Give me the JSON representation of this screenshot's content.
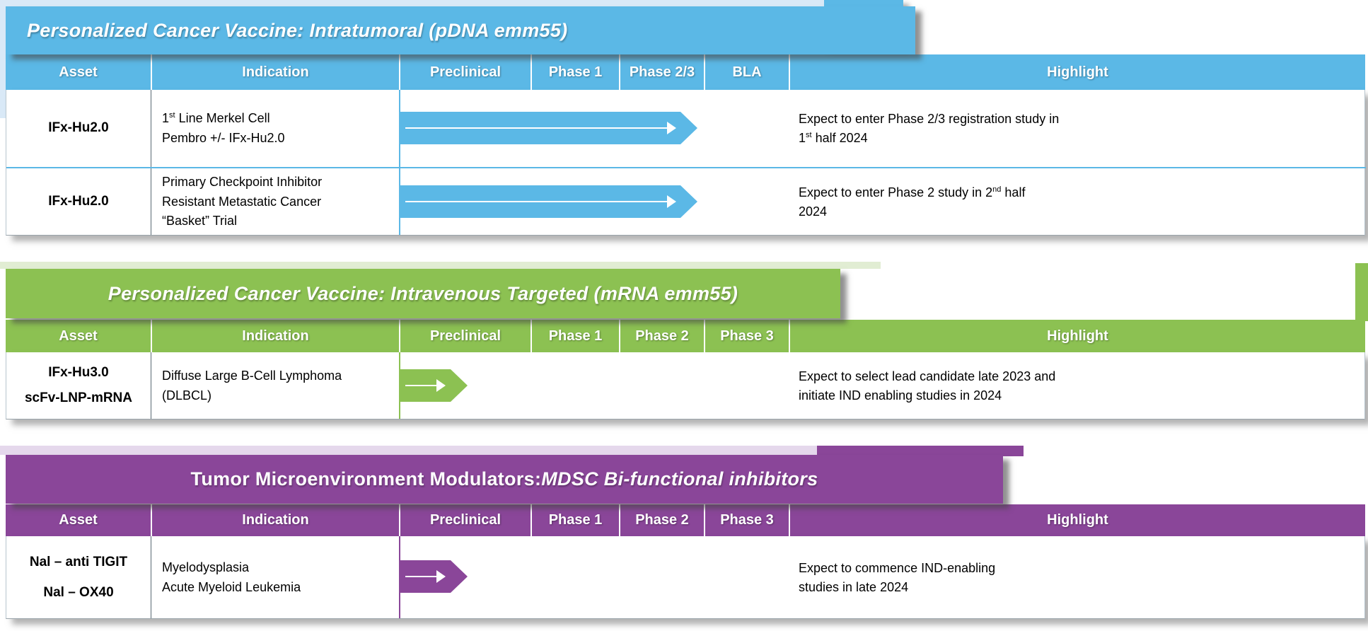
{
  "colors": {
    "blue": "#5BB8E6",
    "blue_pale": "#D9E9F7",
    "green": "#8CC152",
    "green_pale": "#E1EDD3",
    "purple": "#8A4699",
    "purple_pale": "#E5D8EC",
    "row_text": "#000000",
    "header_text": "#FFFFFF"
  },
  "sections": [
    {
      "title_plain": "",
      "title_italic": "Personalized Cancer Vaccine: Intratumoral (pDNA emm55)",
      "columns": [
        "Asset",
        "Indication",
        "Preclinical",
        "Phase 1",
        "Phase 2/3",
        "BLA",
        "Highlight"
      ],
      "rows": [
        {
          "asset_lines": [
            "IFx-Hu2.0"
          ],
          "indication_lines": [
            "1<sup>st</sup> Line Merkel Cell",
            "Pembro +/- IFx-Hu2.0"
          ],
          "highlight_lines": [
            "Expect to enter Phase 2/3 registration study in",
            "1<sup>st</sup> half 2024"
          ],
          "arrow_extent": "preclinical-through-phase-2-3"
        },
        {
          "asset_lines": [
            "IFx-Hu2.0"
          ],
          "indication_lines": [
            "Primary Checkpoint Inhibitor",
            "Resistant Metastatic Cancer",
            "“Basket” Trial"
          ],
          "highlight_lines": [
            "Expect to enter Phase 2 study in 2<sup>nd</sup> half",
            "2024"
          ],
          "arrow_extent": "preclinical-through-phase-2-3"
        }
      ]
    },
    {
      "title_plain": "",
      "title_italic": "Personalized Cancer Vaccine: Intravenous Targeted (mRNA emm55)",
      "columns": [
        "Asset",
        "Indication",
        "Preclinical",
        "Phase 1",
        "Phase 2",
        "Phase 3",
        "Highlight"
      ],
      "rows": [
        {
          "asset_lines": [
            "IFx-Hu3.0",
            "scFv-LNP-mRNA"
          ],
          "indication_lines": [
            "Diffuse Large B-Cell Lymphoma",
            "(DLBCL)"
          ],
          "highlight_lines": [
            "Expect to select lead candidate late 2023 and",
            "initiate IND enabling studies in 2024"
          ],
          "arrow_extent": "preclinical-early"
        }
      ]
    },
    {
      "title_plain": "Tumor Microenvironment Modulators: ",
      "title_italic": "MDSC Bi-functional inhibitors",
      "columns": [
        "Asset",
        "Indication",
        "Preclinical",
        "Phase 1",
        "Phase 2",
        "Phase 3",
        "Highlight"
      ],
      "rows": [
        {
          "asset_lines": [
            "Nal – anti TIGIT",
            "Nal – OX40"
          ],
          "indication_lines": [
            "Myelodysplasia",
            "Acute Myeloid Leukemia"
          ],
          "highlight_lines": [
            "Expect to commence IND-enabling",
            "studies in late 2024"
          ],
          "arrow_extent": "preclinical-early"
        }
      ]
    }
  ]
}
